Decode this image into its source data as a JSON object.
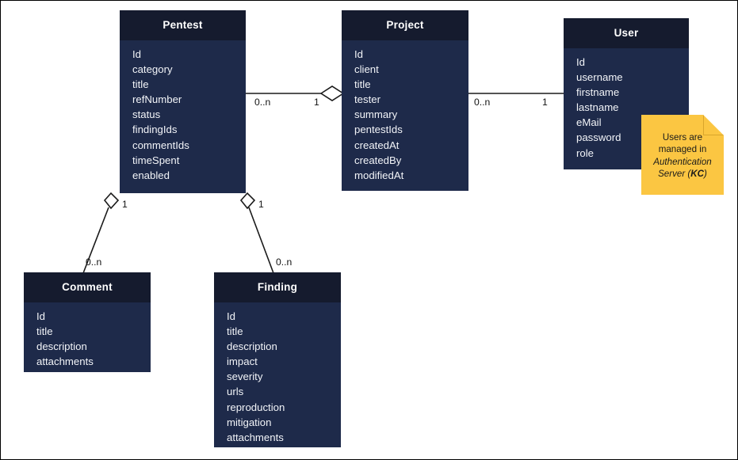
{
  "diagram": {
    "type": "uml-class-diagram",
    "background": "#ffffff",
    "border_color": "#000000",
    "class_header_color": "#151b2e",
    "class_body_color": "#1e2a4a",
    "class_text_color": "#f2f4f8",
    "note_color": "#fbc642",
    "line_color": "#1a1a1a"
  },
  "classes": {
    "pentest": {
      "name": "Pentest",
      "attributes": [
        "Id",
        "category",
        "title",
        "refNumber",
        "status",
        "findingIds",
        "commentIds",
        "timeSpent",
        "enabled"
      ]
    },
    "project": {
      "name": "Project",
      "attributes": [
        "Id",
        "client",
        "title",
        "tester",
        "summary",
        "pentestIds",
        "createdAt",
        "createdBy",
        "modifiedAt"
      ]
    },
    "user": {
      "name": "User",
      "attributes": [
        "Id",
        "username",
        "firstname",
        "lastname",
        "eMail",
        "password",
        "role"
      ]
    },
    "comment": {
      "name": "Comment",
      "attributes": [
        "Id",
        "title",
        "description",
        "attachments"
      ]
    },
    "finding": {
      "name": "Finding",
      "attributes": [
        "Id",
        "title",
        "description",
        "impact",
        "severity",
        "urls",
        "reproduction",
        "mitigation",
        "attachments"
      ]
    }
  },
  "associations": {
    "pentest_project": {
      "from": "Pentest",
      "to": "Project",
      "from_multiplicity": "0..n",
      "to_multiplicity": "1",
      "kind": "aggregation",
      "diamond_at": "Project"
    },
    "project_user": {
      "from": "Project",
      "to": "User",
      "from_multiplicity": "0..n",
      "to_multiplicity": "1",
      "kind": "association",
      "diamond_at": "none"
    },
    "pentest_comment": {
      "from": "Comment",
      "to": "Pentest",
      "from_multiplicity": "0..n",
      "to_multiplicity": "1",
      "kind": "aggregation",
      "diamond_at": "Pentest"
    },
    "pentest_finding": {
      "from": "Finding",
      "to": "Pentest",
      "from_multiplicity": "0..n",
      "to_multiplicity": "1",
      "kind": "aggregation",
      "diamond_at": "Pentest"
    }
  },
  "note": {
    "line1": "Users are",
    "line2": "managed in",
    "line3": "Authentication",
    "line4_prefix": "Server (",
    "line4_bold": "KC",
    "line4_suffix": ")"
  }
}
